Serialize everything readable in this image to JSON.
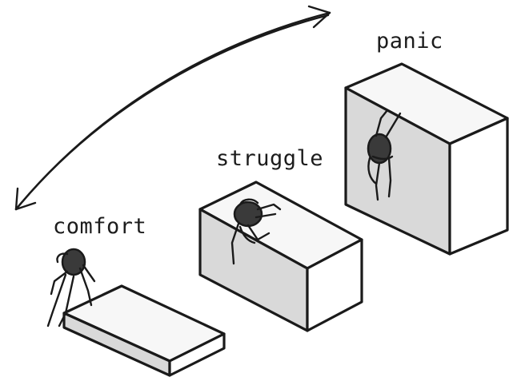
{
  "labels": {
    "comfort": "comfort",
    "struggle": "struggle",
    "panic": "panic"
  },
  "colors": {
    "box_top": "#f7f7f7",
    "box_front": "#d9d9d9",
    "box_side": "#ffffff",
    "ink": "#1a1a1a",
    "figure_body": "#3a3a3a"
  }
}
